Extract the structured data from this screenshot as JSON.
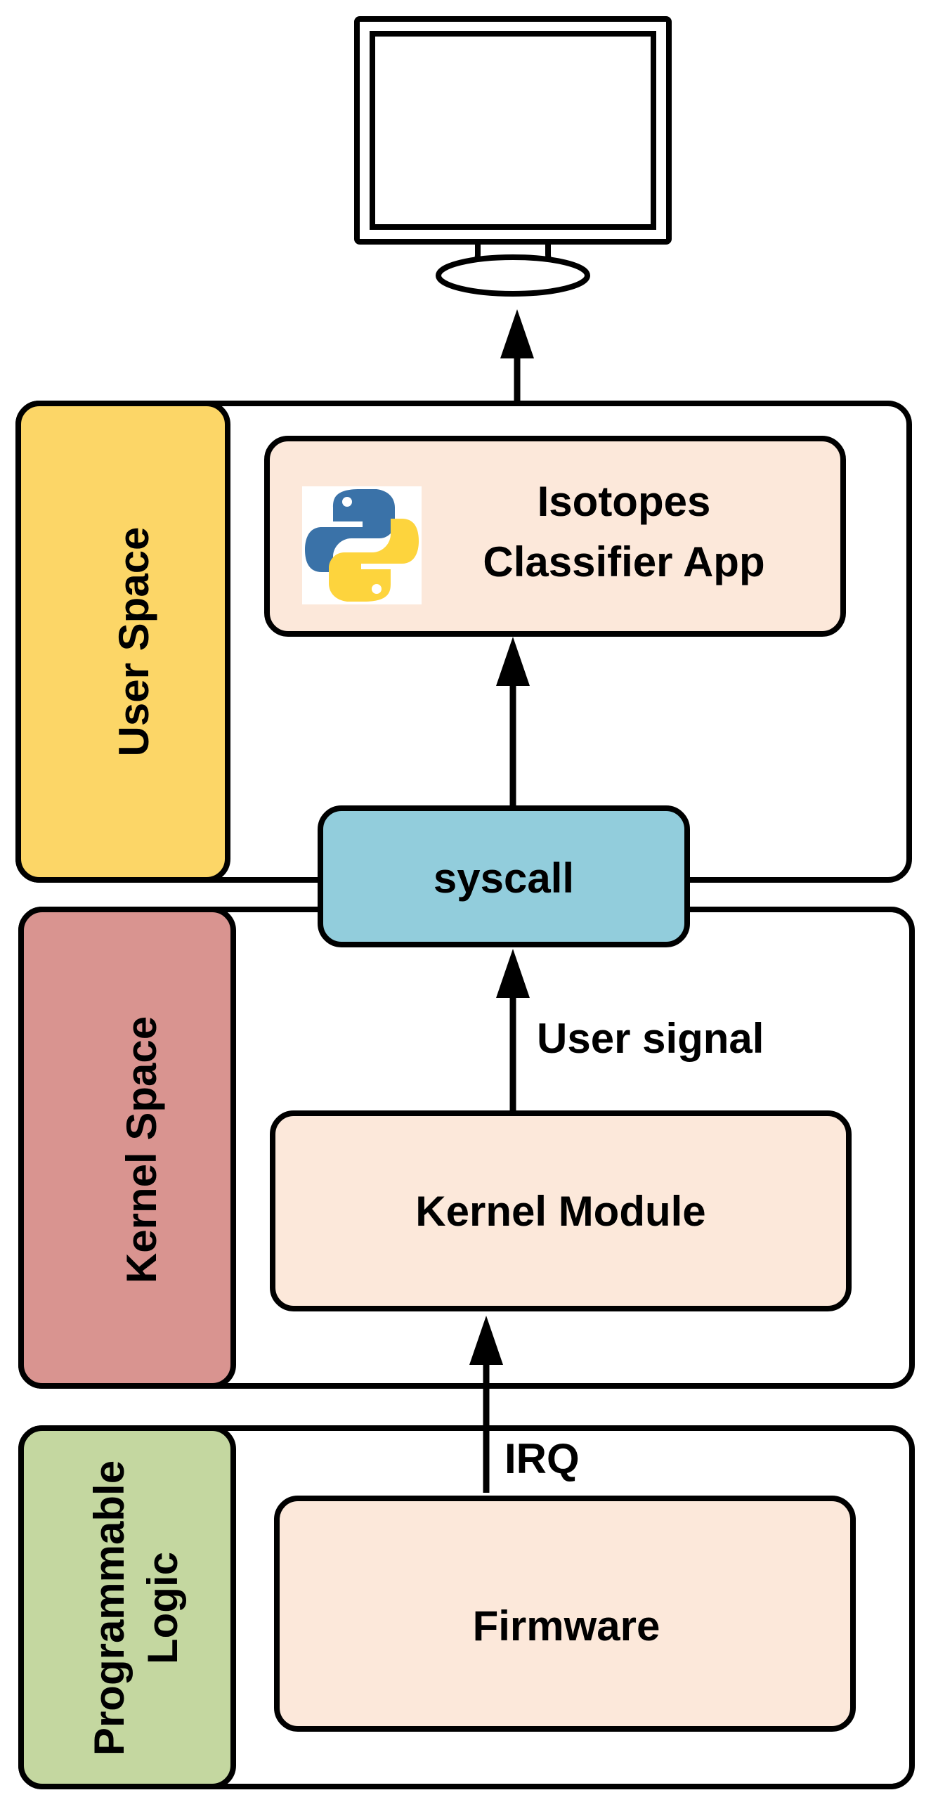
{
  "layers": {
    "user_space": {
      "label": "User Space",
      "color": "#FCD667"
    },
    "kernel_space": {
      "label": "Kernel Space",
      "color": "#D99490"
    },
    "programmable_logic": {
      "label_line1": "Programmable",
      "label_line2": "Logic",
      "color": "#C4D7A0"
    }
  },
  "boxes": {
    "app": {
      "line1": "Isotopes",
      "line2": "Classifier App",
      "color": "#FCE8DA"
    },
    "syscall": {
      "label": "syscall",
      "color": "#92CDDC"
    },
    "kernel_module": {
      "label": "Kernel Module",
      "color": "#FCE8DA"
    },
    "firmware": {
      "label": "Firmware",
      "color": "#FCE8DA"
    }
  },
  "arrows": {
    "user_signal": {
      "label": "User signal"
    },
    "irq": {
      "label": "IRQ"
    }
  },
  "icons": {
    "python": "python-logo-icon",
    "monitor": "monitor-icon"
  },
  "colors": {
    "python_blue": "#3A72A8",
    "python_yellow": "#FDD43D",
    "stroke": "#000000"
  }
}
